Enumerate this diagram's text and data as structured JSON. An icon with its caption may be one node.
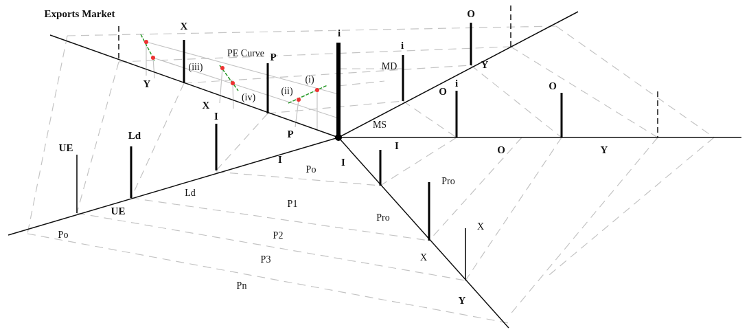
{
  "diagram": {
    "labels": [
      "Exports Market",
      "X",
      "O",
      "i",
      "i",
      "PE Curve",
      "P",
      "Y",
      "MD",
      "(i)",
      "(iii)",
      "Y",
      "(iv)",
      "(ii)",
      "O",
      "i",
      "O",
      "X",
      "I",
      "MS",
      "Ld",
      "P",
      "UE",
      "I",
      "I",
      "O",
      "Y",
      "I",
      "Po",
      "Pro",
      "Ld",
      "P1",
      "UE",
      "Pro",
      "X",
      "P2",
      "Po",
      "X",
      "P3",
      "Pn",
      "Y"
    ]
  }
}
